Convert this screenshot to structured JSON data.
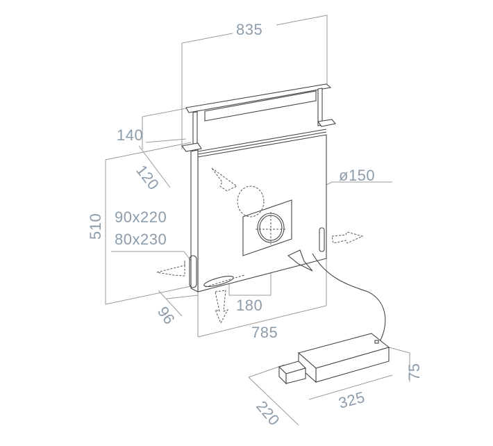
{
  "dimensions": {
    "width": "835",
    "height_top": "140",
    "depth_top": "120",
    "height": "510",
    "opening_a": "90x220",
    "opening_b": "80x230",
    "depth_bottom": "96",
    "outlet_offset": "180",
    "body_width": "785",
    "duct_diameter": "ø150",
    "motor_height": "75",
    "motor_length": "325",
    "motor_depth": "220"
  },
  "colors": {
    "dimension_text": "#8d9cab",
    "line": "#9a9a9a",
    "object": "#444444"
  }
}
